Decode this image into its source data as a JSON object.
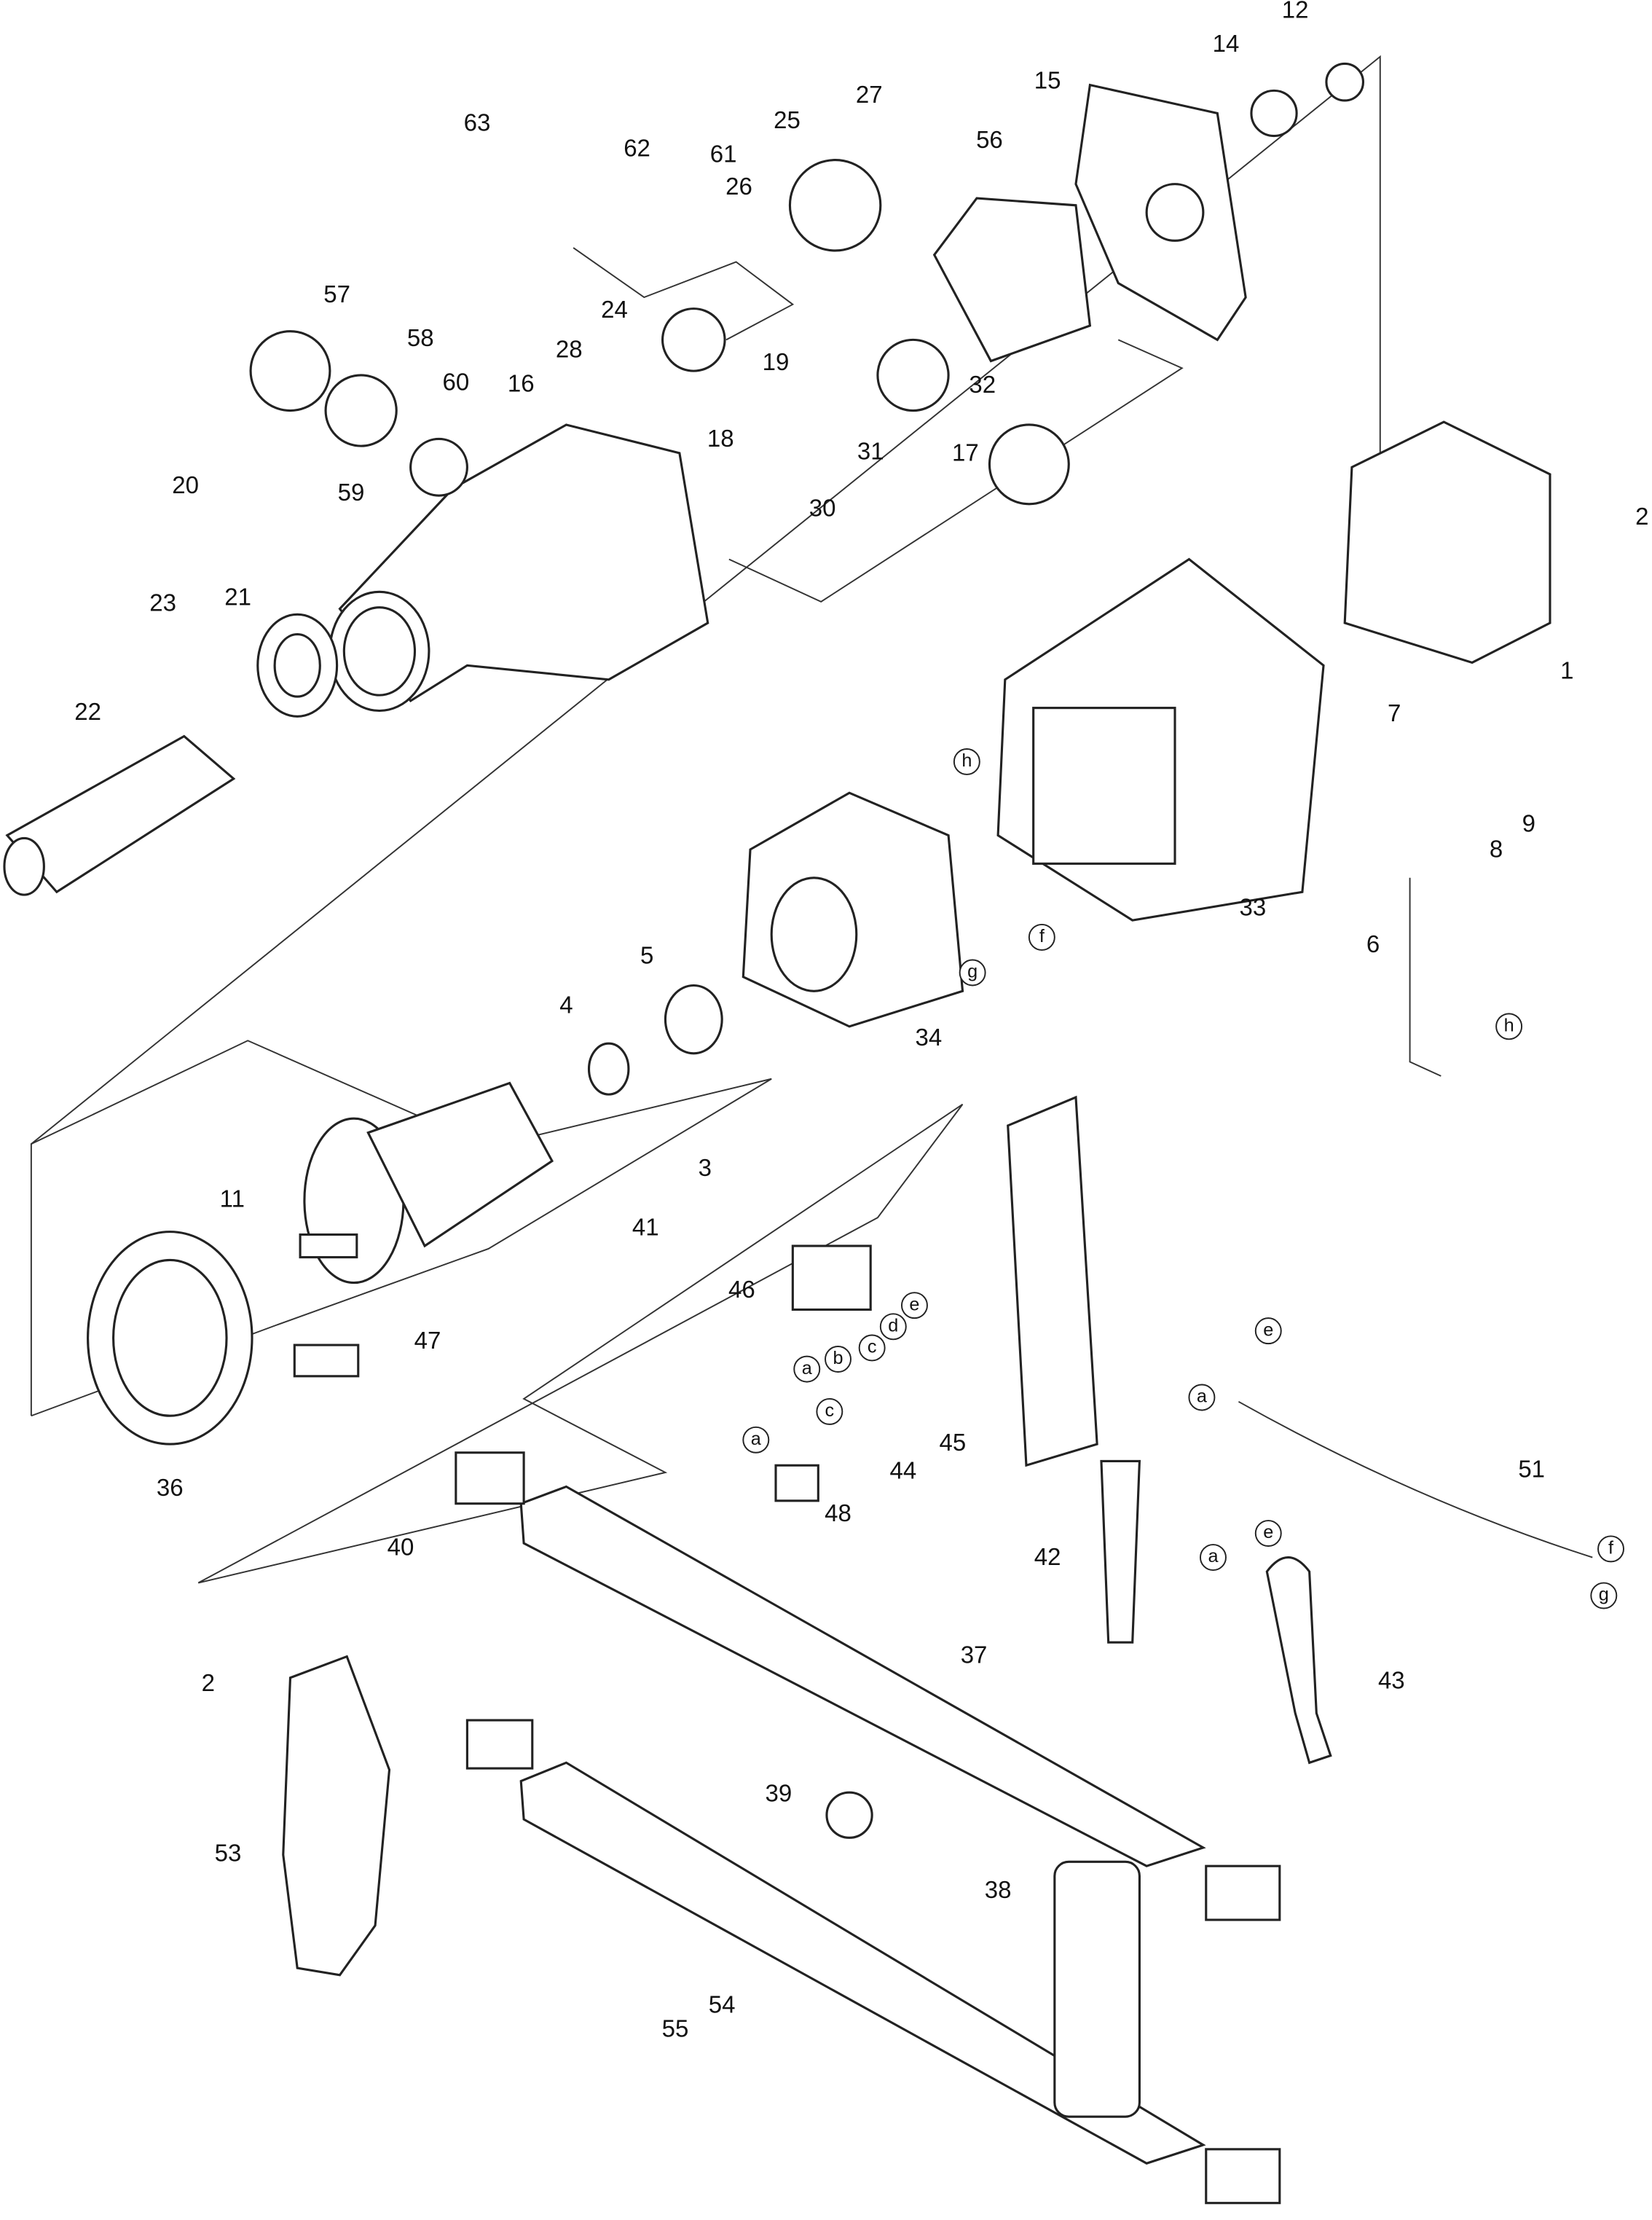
{
  "diagram": {
    "type": "exploded-parts-diagram",
    "callouts": [
      {
        "label": "12"
      },
      {
        "label": "14"
      },
      {
        "label": "15"
      },
      {
        "label": "27"
      },
      {
        "label": "25"
      },
      {
        "label": "56"
      },
      {
        "label": "63"
      },
      {
        "label": "62"
      },
      {
        "label": "61"
      },
      {
        "label": "26"
      },
      {
        "label": "57"
      },
      {
        "label": "58"
      },
      {
        "label": "24"
      },
      {
        "label": "28"
      },
      {
        "label": "19"
      },
      {
        "label": "60"
      },
      {
        "label": "16"
      },
      {
        "label": "18"
      },
      {
        "label": "32"
      },
      {
        "label": "31"
      },
      {
        "label": "17"
      },
      {
        "label": "20"
      },
      {
        "label": "59"
      },
      {
        "label": "30"
      },
      {
        "label": "2"
      },
      {
        "label": "23"
      },
      {
        "label": "21"
      },
      {
        "label": "1"
      },
      {
        "label": "22"
      },
      {
        "label": "7"
      },
      {
        "label": "9"
      },
      {
        "label": "8"
      },
      {
        "label": "6"
      },
      {
        "label": "33"
      },
      {
        "label": "5"
      },
      {
        "label": "4"
      },
      {
        "label": "34"
      },
      {
        "label": "3"
      },
      {
        "label": "11"
      },
      {
        "label": "41"
      },
      {
        "label": "46"
      },
      {
        "label": "47"
      },
      {
        "label": "36"
      },
      {
        "label": "45"
      },
      {
        "label": "44"
      },
      {
        "label": "51"
      },
      {
        "label": "48"
      },
      {
        "label": "40"
      },
      {
        "label": "42"
      },
      {
        "label": "37"
      },
      {
        "label": "2"
      },
      {
        "label": "43"
      },
      {
        "label": "39"
      },
      {
        "label": "53"
      },
      {
        "label": "38"
      },
      {
        "label": "54"
      },
      {
        "label": "55"
      }
    ],
    "wire_markers": [
      {
        "label": "h"
      },
      {
        "label": "f"
      },
      {
        "label": "g"
      },
      {
        "label": "h"
      },
      {
        "label": "e"
      },
      {
        "label": "d"
      },
      {
        "label": "c"
      },
      {
        "label": "b"
      },
      {
        "label": "a"
      },
      {
        "label": "e"
      },
      {
        "label": "a"
      },
      {
        "label": "c"
      },
      {
        "label": "a"
      },
      {
        "label": "a"
      },
      {
        "label": "e"
      },
      {
        "label": "f"
      },
      {
        "label": "g"
      }
    ]
  }
}
